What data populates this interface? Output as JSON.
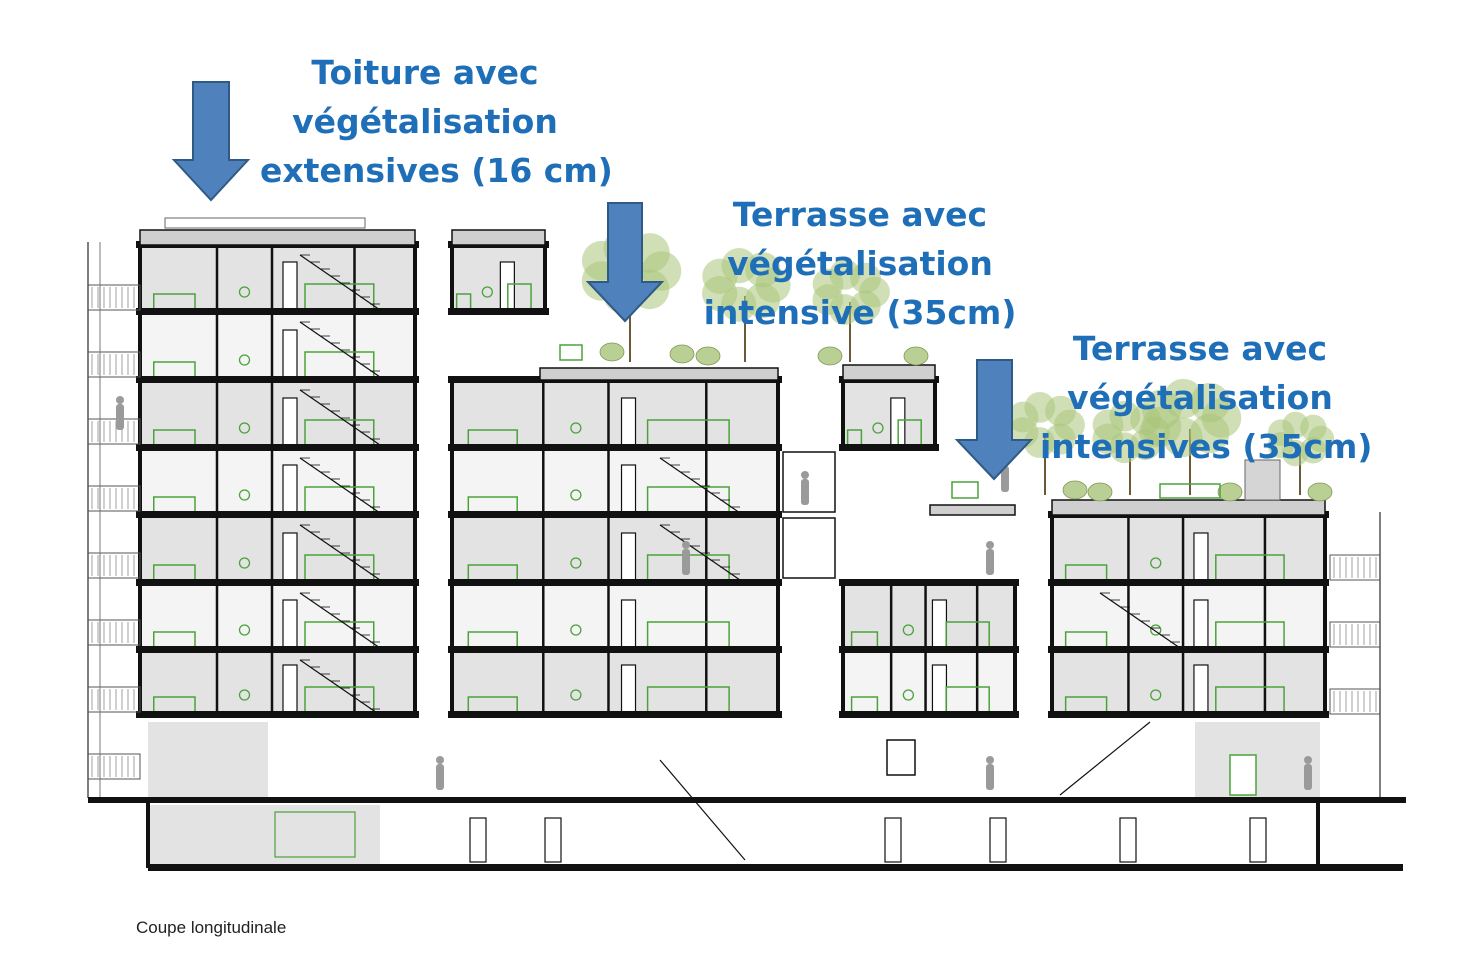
{
  "labels": {
    "roof": [
      "Toiture avec",
      "végétalisation",
      "extensives (16 cm)"
    ],
    "terrace_intensive": [
      "Terrasse avec",
      "végétalisation",
      "intensive (35cm)"
    ],
    "terrace_intensives": [
      "Terrasse avec",
      "végétalisation",
      "intensives (35cm)"
    ]
  },
  "caption": "Coupe longitudinale",
  "colors": {
    "label_text": "#1f6fb8",
    "arrow_fill": "#4f81bd",
    "arrow_stroke": "#2f5a86",
    "structure": "#111111",
    "interior_fill": "#e3e3e3",
    "furniture": "#4aa33a",
    "tree": "#a9c57a"
  },
  "icons": [
    "down-arrow-icon",
    "down-arrow-icon",
    "down-arrow-icon"
  ]
}
